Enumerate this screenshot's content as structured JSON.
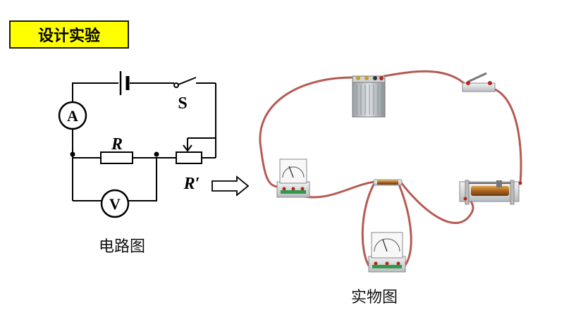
{
  "title": "设计实验",
  "schematic": {
    "caption": "电路图",
    "labels": {
      "ammeter": "A",
      "voltmeter": "V",
      "switch": "S",
      "resistor": "R",
      "rheostat": "R′"
    }
  },
  "physical": {
    "caption": "实物图"
  },
  "colors": {
    "title_bg": "#ffff00",
    "wire": "#b55a52",
    "line": "#000000"
  }
}
